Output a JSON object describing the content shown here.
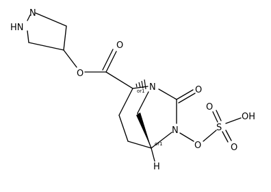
{
  "structure": {
    "atoms": {
      "pyrazolidine_n1": "N",
      "pyrazolidine_n2": "HN",
      "ester_oxygen": "O",
      "carbonyl_oxygen_ester": "O",
      "bridgehead_n": "N",
      "lactam_oxygen": "O",
      "lactam_n": "N",
      "n_oxygen": "O",
      "sulfur": "S",
      "sulfonyl_oxygen_top": "O",
      "sulfonyl_oxygen_bottom": "O",
      "hydroxyl": "OH",
      "bridgehead_h": "H"
    },
    "stereo_labels": {
      "c2": "or1",
      "c5": "or1"
    }
  }
}
